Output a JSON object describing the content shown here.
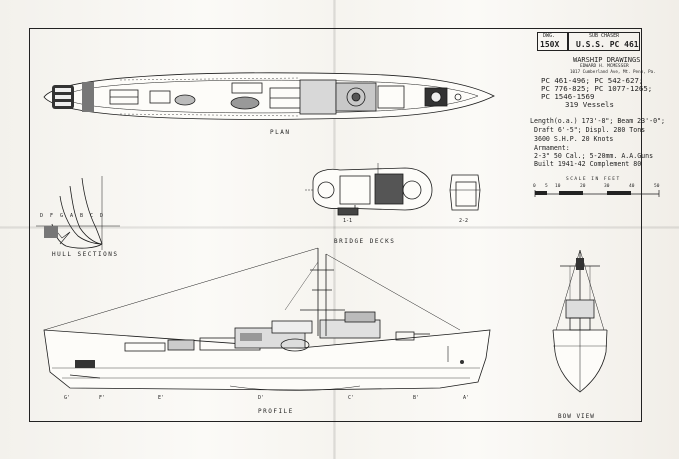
{
  "title_block": {
    "dwg_label": "DWG.",
    "dwg_number": "150X",
    "type": "SUB CHASER",
    "ship": "U.S.S. PC 461",
    "heading": "WARSHIP DRAWINGS",
    "author": "EDWARD H. MCMESSER",
    "address": "1017 Cumberland Ave, Mt. Penn, Pa."
  },
  "class_info": {
    "hulls_1": "PC 461-496; PC 542-627;",
    "hulls_2": "PC 776-825; PC 1077-1265;",
    "hulls_3": "PC 1546-1569",
    "vessels": "319 Vessels"
  },
  "specs": {
    "length": "Length(o.a.) 173'-8\"; Beam 23'-0\";",
    "draft": "Draft 6'-5\"; Displ. 280 Tons",
    "power": "3600 S.H.P.       20 Knots",
    "armament_title": "Armament:",
    "armament": "2-3\" 50 Cal.; 5-20mm. A.A.Guns",
    "built": "Built 1941-42    Complement 80"
  },
  "scale": {
    "title": "SCALE IN FEET",
    "ticks": [
      "0",
      "5",
      "10",
      "20",
      "30",
      "40",
      "50"
    ]
  },
  "views": {
    "plan": "PLAN",
    "bridge": "BRIDGE DECKS",
    "bridge_1": "1-1",
    "bridge_2": "2-2",
    "hull": "HULL SECTIONS",
    "profile": "PROFILE",
    "bow": "BOW VIEW"
  },
  "hull_letters": [
    "D",
    "F",
    "G",
    "A",
    "B",
    "C",
    "D"
  ],
  "stations": [
    "G'",
    "F'",
    "E'",
    "D'",
    "C'",
    "B'",
    "A'"
  ]
}
